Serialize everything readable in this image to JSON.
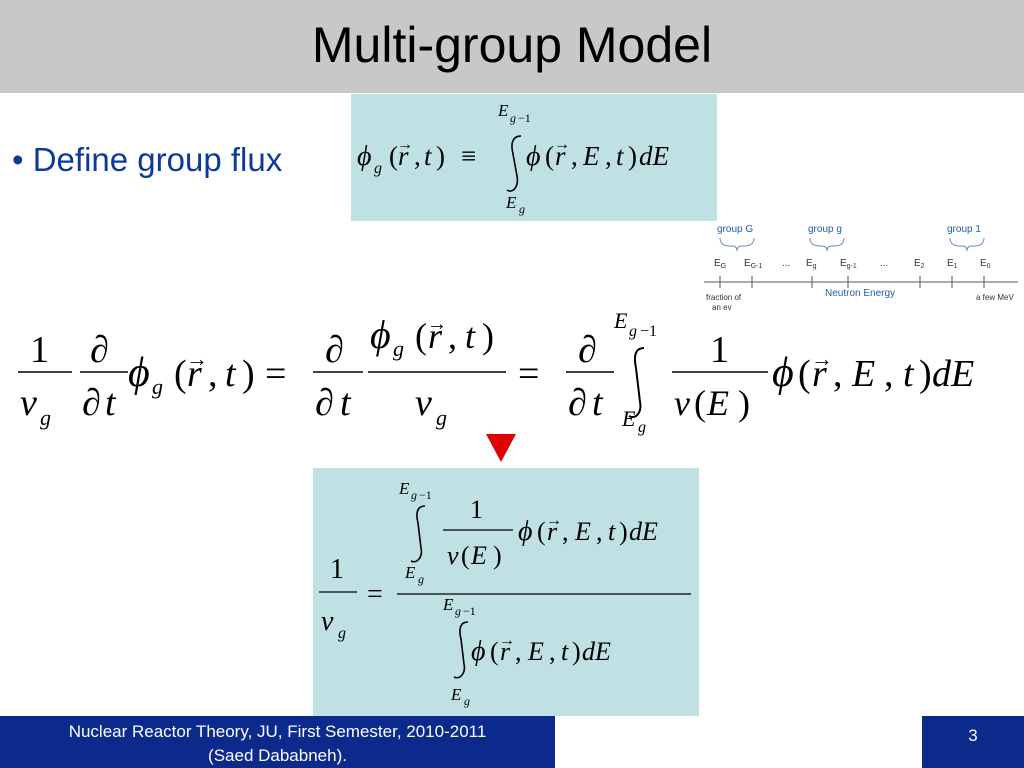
{
  "slide": {
    "title": "Multi-group Model",
    "bullet": "• Define group flux",
    "footer": {
      "course_line1": "Nuclear Reactor Theory, JU, First Semester, 2010-2011",
      "course_line2": "(Saed Dababneh).",
      "page_number": "3"
    },
    "colors": {
      "title_bar": "#c8c8c8",
      "bullet_text": "#0b3a9a",
      "equation_box": "#bfe1e3",
      "footer_bg": "#0b2a8c",
      "arrow": "#e00000"
    }
  },
  "energy_diagram": {
    "groups": [
      "group G",
      "group g",
      "group 1"
    ],
    "energy_labels": [
      "E",
      "E",
      "...",
      "E",
      "E",
      "...",
      "E",
      "E",
      "E"
    ],
    "energy_subscripts": [
      "G",
      "G-1",
      "",
      "g",
      "g-1",
      "",
      "2",
      "1",
      "0"
    ],
    "left_note_line1": "fraction of",
    "left_note_line2": "an ev",
    "axis_label": "Neutron Energy",
    "right_note": "a few MeV"
  }
}
